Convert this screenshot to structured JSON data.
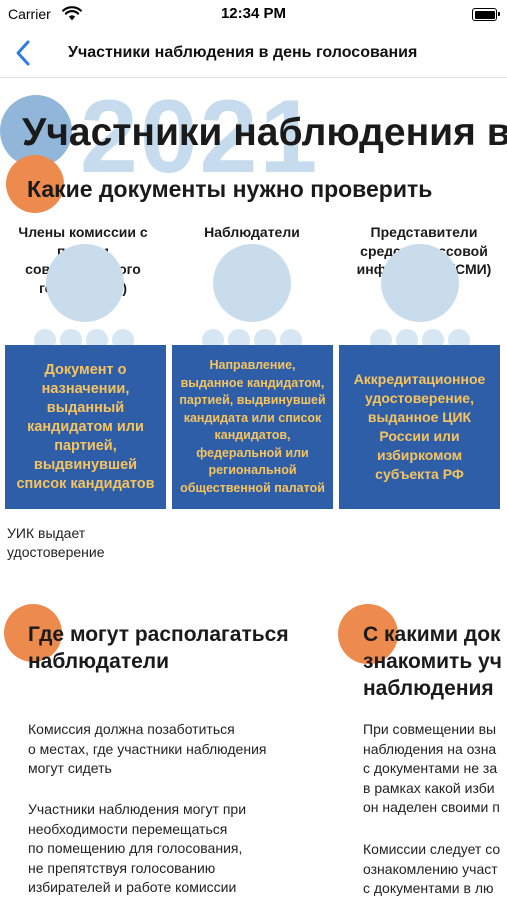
{
  "status_bar": {
    "carrier": "Carrier",
    "time": "12:34 PM",
    "wifi_icon": "wifi-icon",
    "battery_icon": "battery-icon"
  },
  "nav": {
    "back_icon": "chevron-left-icon",
    "title": "Участники наблюдения в день голосования",
    "accent_color": "#2f7ae5"
  },
  "infographic": {
    "year": "2021",
    "title": "Участники наблюдения в",
    "section1_title": "Какие документы нужно проверить",
    "columns": [
      {
        "label": "Члены комиссии с правом совещательного голоса (ПСГ)",
        "card": "Документ о назначении, выданный кандидатом или партией, выдвинувшей список кандидатов"
      },
      {
        "label": "Наблюдатели",
        "card": "Направление, выданное кандидатом, партией, выдвинувшей кандидата или список кандидатов, федеральной или региональной общественной палатой"
      },
      {
        "label": "Представители средств массовой информации (СМИ)",
        "card": "Аккредитационное удостоверение, выданное ЦИК России или избиркомом субъекта РФ"
      }
    ],
    "uik_note": "УИК выдает удостоверение",
    "section2_title": "Где могут располагаться\nнаблюдатели",
    "section2_paragraphs": [
      "Комиссия должна позаботиться\nо местах, где участники наблюдения\nмогут сидеть",
      "Участники наблюдения могут при\nнеобходимости перемещаться\nпо помещению для голосования,\nне препятствуя голосованию\nизбирателей и работе комиссии"
    ],
    "section3_title": "С какими док\nзнакомить уч\nнаблюдения",
    "section3_paragraphs": [
      "При совмещении вы\nнаблюдения на озна\nс документами не за\nв рамках какой изби\nон наделен своими п",
      "Комиссии следует со\nознакомлению участ\nс документами в лю"
    ],
    "colors": {
      "card_blue": "#2f5ea8",
      "card_text_yellow": "#f5c45e",
      "accent_orange": "#ec8b4d",
      "light_blue": "#c9dcec"
    }
  }
}
